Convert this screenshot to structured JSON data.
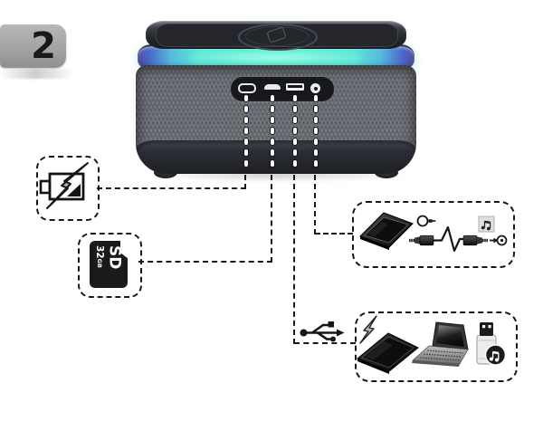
{
  "step": {
    "number": "2"
  },
  "device": {
    "name": "speaker-with-wireless-charging-pad",
    "ports": [
      {
        "id": "usb-c-port"
      },
      {
        "id": "microsd-slot"
      },
      {
        "id": "usb-a-port"
      },
      {
        "id": "aux-jack"
      }
    ],
    "led_colors": {
      "edge_purple": "#5b54a8",
      "blue": "#4a66c8",
      "cyan": "#55b9dd",
      "teal_core": "#59efc9"
    }
  },
  "callouts": {
    "battery_charging": {
      "icon": "battery-charging-icon"
    },
    "memory_card": {
      "icon": "microsd-card-icon",
      "capacity": "32",
      "unit": "GB",
      "card_type": "SD"
    },
    "aux_audio": {
      "icons": [
        "smartphone-icon",
        "audio-jack-out-icon",
        "aux-cable-icon",
        "music-file-icon",
        "audio-jack-in-icon"
      ]
    },
    "usb_audio": {
      "icons": [
        "usb-trident-icon",
        "power-bolt-icon",
        "tablet-icon",
        "laptop-icon",
        "usb-flash-drive-music-icon"
      ]
    }
  }
}
